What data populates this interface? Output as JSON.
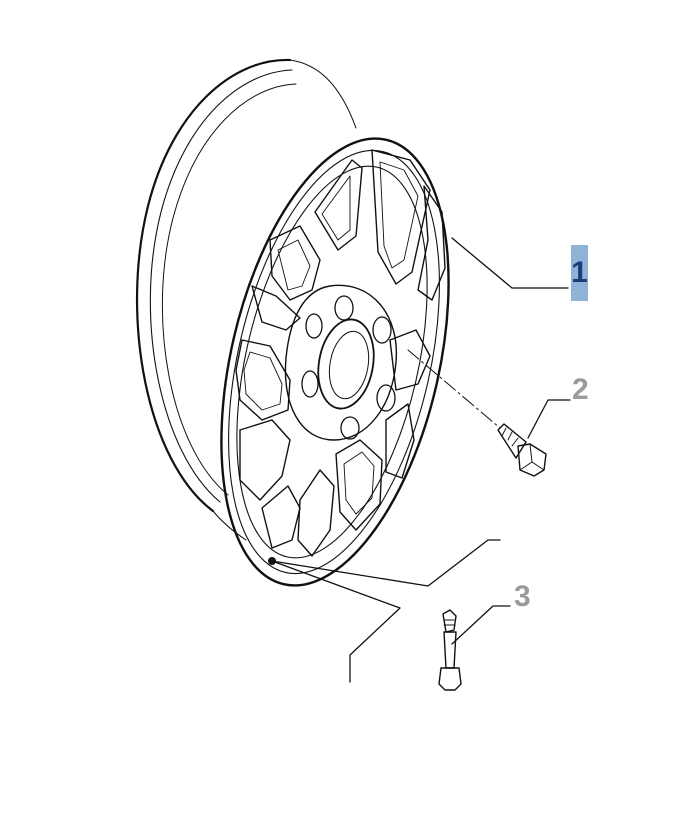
{
  "diagram": {
    "callouts": [
      {
        "number": "1",
        "part": "wheel-rim",
        "highlighted": true
      },
      {
        "number": "2",
        "part": "wheel-bolt",
        "highlighted": false
      },
      {
        "number": "3",
        "part": "tyre-valve",
        "highlighted": false
      }
    ],
    "colors": {
      "line": "#111111",
      "callout_highlight_bg": "#8fb2d6",
      "callout_highlight_text": "#1a3d78",
      "callout_text": "#9a9a9a"
    }
  }
}
